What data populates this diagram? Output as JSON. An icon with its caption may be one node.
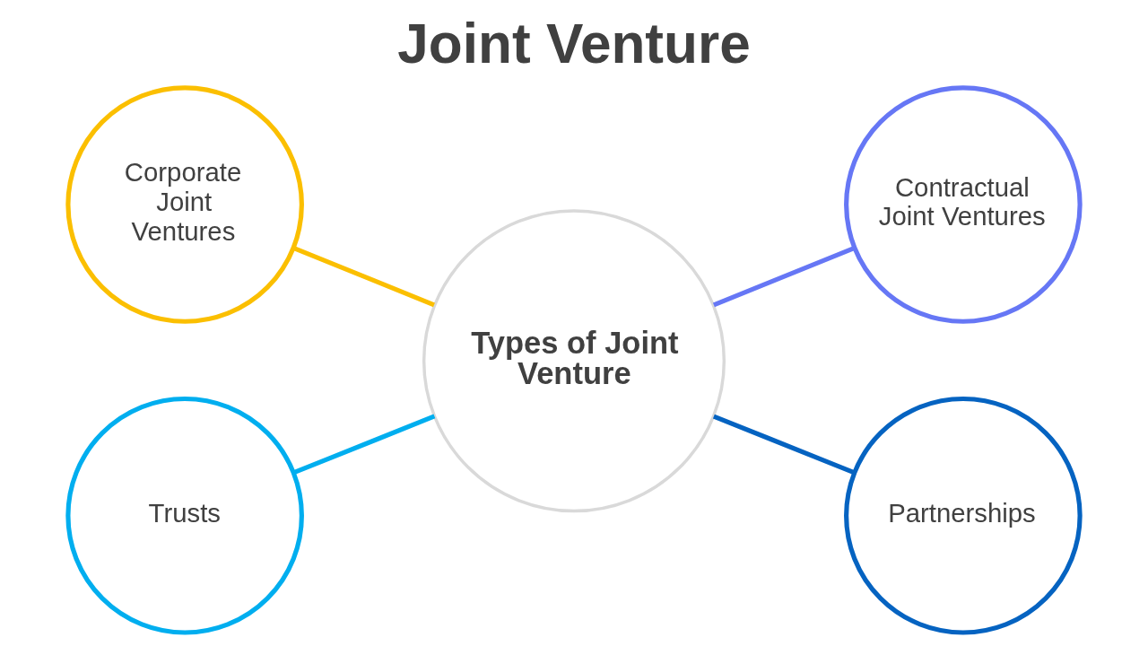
{
  "diagram": {
    "title": "Joint Venture",
    "nodes": [
      {
        "text": [
          "Corporate Joint Ventures"
        ]
      },
      {
        "text": [
          "Contractual Joint Ventures"
        ]
      },
      {
        "text": [
          "Types of Joint Venture"
        ]
      },
      {
        "text": [
          "Trusts"
        ]
      },
      {
        "text": [
          "Partnerships"
        ]
      }
    ],
    "edges": [
      {
        "from": 0,
        "to": 2,
        "arrow": "none",
        "color": "#fbbf00"
      },
      {
        "from": 2,
        "to": 1,
        "arrow": "none",
        "color": "#6677f5"
      },
      {
        "from": 3,
        "to": 2,
        "arrow": "none",
        "color": "#00aeef"
      },
      {
        "from": 2,
        "to": 4,
        "arrow": "none",
        "color": "#0563c1"
      }
    ]
  }
}
